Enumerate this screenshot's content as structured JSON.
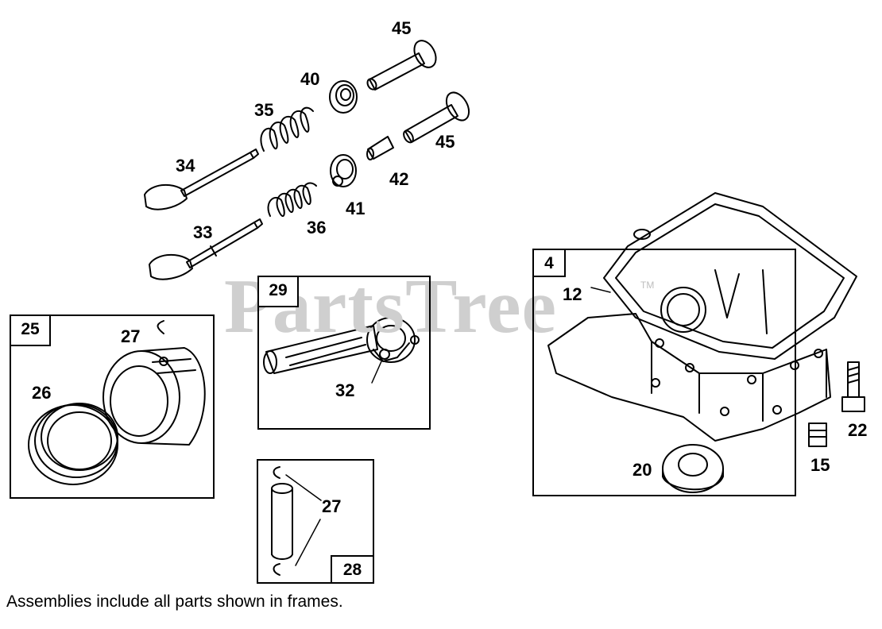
{
  "watermark": {
    "text": "PartsTree",
    "tm": "TM"
  },
  "frames": [
    {
      "id": "25"
    },
    {
      "id": "29"
    },
    {
      "id": "28"
    },
    {
      "id": "4"
    }
  ],
  "labels": {
    "p45a": "45",
    "p40": "40",
    "p35": "35",
    "p34": "34",
    "p45b": "45",
    "p42": "42",
    "p41": "41",
    "p36": "36",
    "p33": "33",
    "p12": "12",
    "p27a": "27",
    "p26": "26",
    "p32": "32",
    "p27b": "27",
    "p20": "20",
    "p22": "22",
    "p15": "15"
  },
  "footnote": "Assemblies include all parts shown in frames."
}
